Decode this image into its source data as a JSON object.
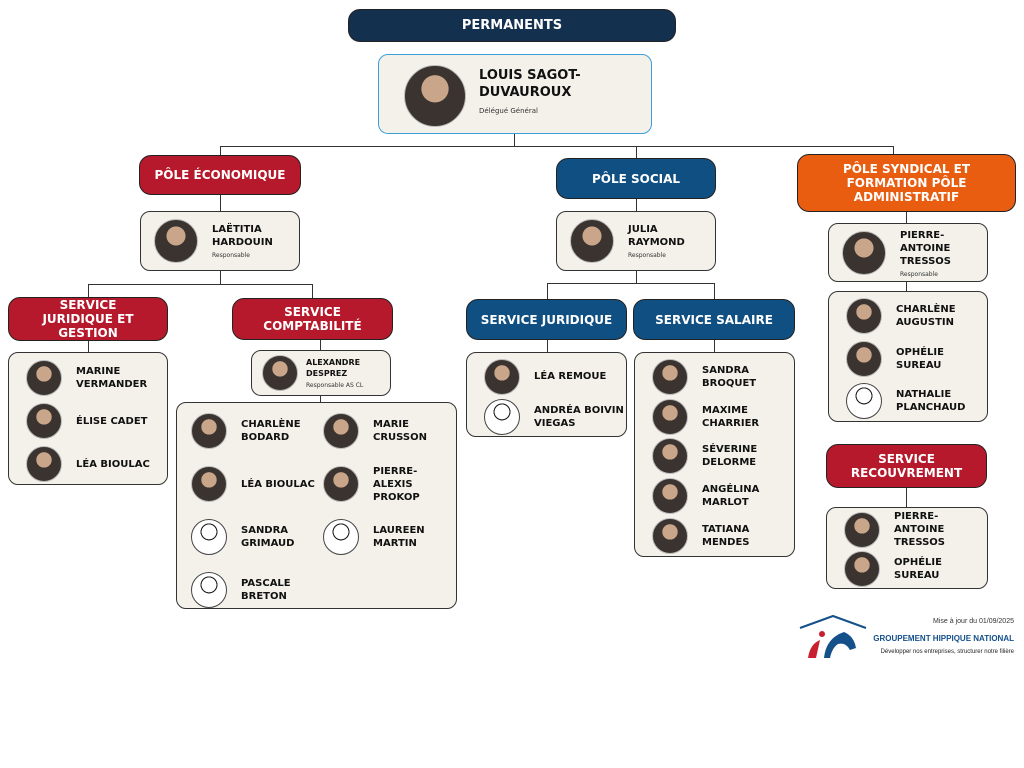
{
  "title": "PERMANENTS",
  "director": {
    "name": "LOUIS SAGOT-DUVAUROUX",
    "role": "Délégué Général"
  },
  "poles": {
    "economique": {
      "label": "PÔLE ÉCONOMIQUE",
      "head": {
        "name": "LAËTITIA HARDOUIN",
        "role": "Responsable"
      }
    },
    "social": {
      "label": "PÔLE SOCIAL",
      "head": {
        "name": "JULIA RAYMOND",
        "role": "Responsable"
      }
    },
    "syndical": {
      "label": "PÔLE SYNDICAL ET FORMATION PÔLE ADMINISTRATIF",
      "head": {
        "name": "PIERRE-ANTOINE TRESSOS",
        "role": "Responsable"
      }
    }
  },
  "services": {
    "juridique_gestion": {
      "label": "SERVICE JURIDIQUE ET GESTION",
      "members": [
        {
          "name": "MARINE VERMANDER"
        },
        {
          "name": "ÉLISE CADET"
        },
        {
          "name": "LÉA BIOULAC"
        }
      ]
    },
    "comptabilite": {
      "label": "SERVICE COMPTABILITÉ",
      "head": {
        "name": "ALEXANDRE DESPREZ",
        "role": "Responsable AS CL"
      },
      "members": [
        {
          "name": "CHARLÈNE BODARD"
        },
        {
          "name": "MARIE CRUSSON"
        },
        {
          "name": "LÉA BIOULAC"
        },
        {
          "name": "PIERRE-ALEXIS PROKOP"
        },
        {
          "name": "SANDRA GRIMAUD",
          "sketch": true
        },
        {
          "name": "LAUREEN MARTIN",
          "sketch": true
        },
        {
          "name": "PASCALE BRETON",
          "sketch": true
        }
      ]
    },
    "juridique": {
      "label": "SERVICE JURIDIQUE",
      "members": [
        {
          "name": "LÉA REMOUE"
        },
        {
          "name": "ANDRÉA BOIVIN VIEGAS",
          "sketch": true
        }
      ]
    },
    "salaire": {
      "label": "SERVICE SALAIRE",
      "members": [
        {
          "name": "SANDRA BROQUET"
        },
        {
          "name": "MAXIME CHARRIER"
        },
        {
          "name": "SÉVERINE DELORME"
        },
        {
          "name": "ANGÉLINA MARLOT"
        },
        {
          "name": "TATIANA MENDES"
        }
      ]
    },
    "administratif": {
      "members": [
        {
          "name": "CHARLÈNE AUGUSTIN"
        },
        {
          "name": "OPHÉLIE SUREAU"
        },
        {
          "name": "NATHALIE PLANCHAUD",
          "sketch": true
        }
      ]
    },
    "recouvrement": {
      "label": "SERVICE RECOUVREMENT",
      "members": [
        {
          "name": "PIERRE-ANTOINE TRESSOS"
        },
        {
          "name": "OPHÉLIE SUREAU"
        }
      ]
    }
  },
  "footer": {
    "updated": "Mise à jour du 01/09/2025",
    "org": "GROUPEMENT HIPPIQUE NATIONAL",
    "tagline": "Développer nos entreprises, structurer notre filière"
  },
  "colors": {
    "red": "#b5192b",
    "blue": "#0f4f82",
    "orange": "#e85d10",
    "navy": "#14304f"
  }
}
